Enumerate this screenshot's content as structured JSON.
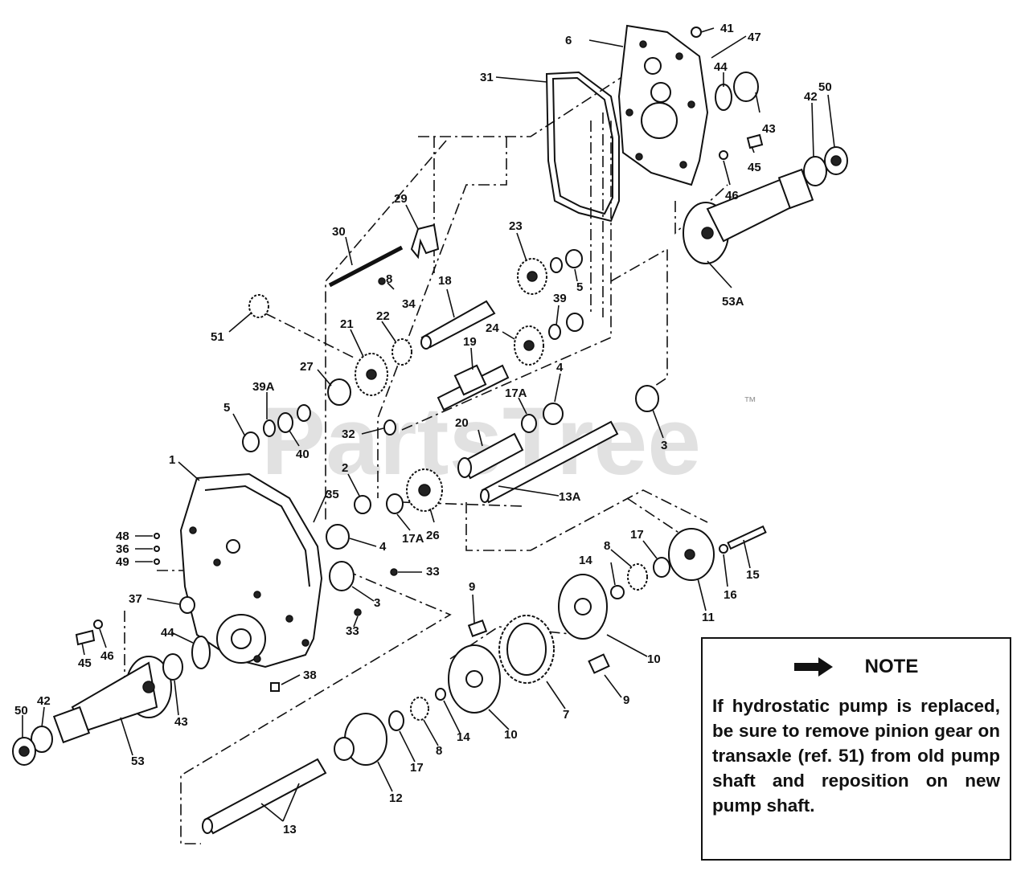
{
  "watermark": {
    "text": "PartsTree",
    "trademark": "™"
  },
  "note": {
    "title": "NOTE",
    "icon": "right-arrow-icon",
    "body": "If hydrostatic pump is replaced, be sure to remove pinion gear on transaxle (ref. 51) from old pump shaft and reposition on new pump shaft."
  },
  "callouts": [
    "41",
    "47",
    "6",
    "31",
    "44",
    "43",
    "42",
    "50",
    "45",
    "46",
    "53A",
    "29",
    "30",
    "8",
    "34",
    "23",
    "18",
    "5",
    "39",
    "51",
    "21",
    "22",
    "24",
    "19",
    "27",
    "39A",
    "5",
    "40",
    "17A",
    "4",
    "32",
    "20",
    "3",
    "2",
    "35",
    "26",
    "17A",
    "13A",
    "1",
    "48",
    "36",
    "49",
    "4",
    "33",
    "3",
    "37",
    "44",
    "33",
    "38",
    "45",
    "46",
    "50",
    "42",
    "53",
    "43",
    "9",
    "14",
    "8",
    "17",
    "15",
    "16",
    "11",
    "10",
    "9",
    "7",
    "10",
    "14",
    "8",
    "17",
    "12",
    "13"
  ]
}
